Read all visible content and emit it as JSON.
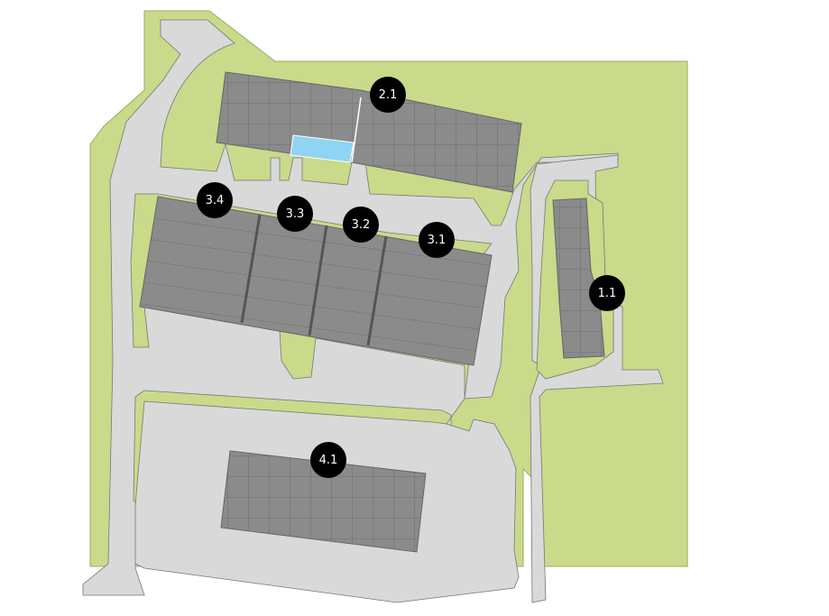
{
  "colors": {
    "grass": "#c9da8b",
    "road": "#d9d9d9",
    "building": "#8b8b8b",
    "highlight": "#8fd4f2",
    "marker": "#000000"
  },
  "markers": [
    {
      "id": "2.1",
      "label": "2.1"
    },
    {
      "id": "3.4",
      "label": "3.4"
    },
    {
      "id": "3.3",
      "label": "3.3"
    },
    {
      "id": "3.2",
      "label": "3.2"
    },
    {
      "id": "3.1",
      "label": "3.1"
    },
    {
      "id": "1.1",
      "label": "1.1"
    },
    {
      "id": "4.1",
      "label": "4.1"
    }
  ]
}
